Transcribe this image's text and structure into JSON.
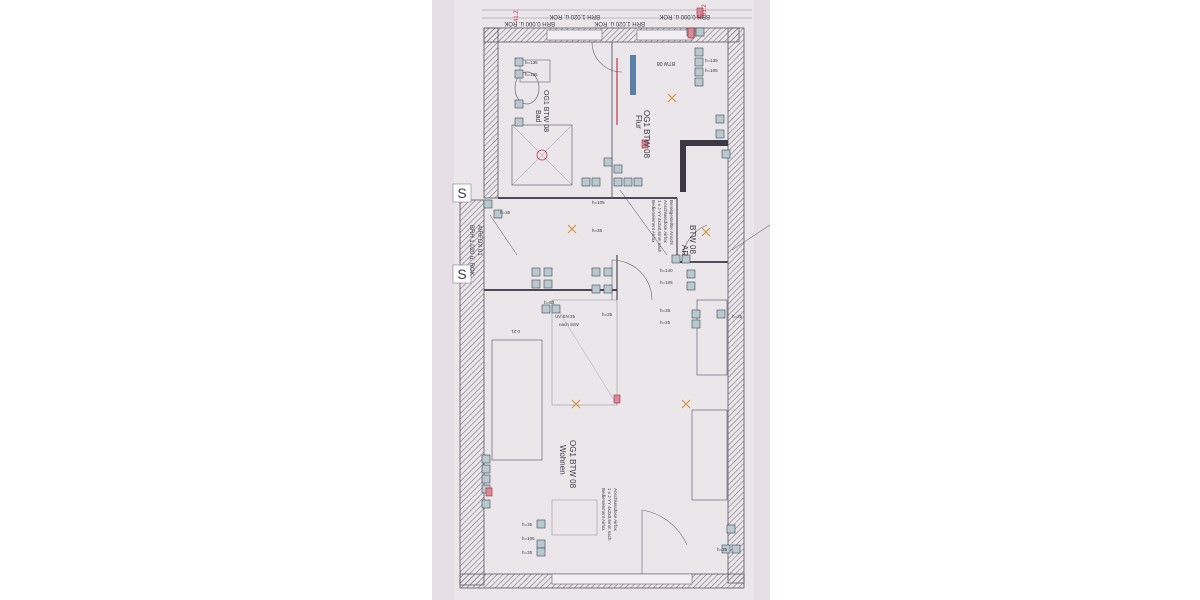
{
  "photo": {
    "description_free": true
  },
  "plan": {
    "header_left": "BRH 1.020 ü. ROK",
    "header_right": "BRH 0.000 ü. ROK",
    "top_tag": "BTW 08",
    "red_tag_1": "61.2",
    "red_tag_2": "41.2",
    "logo_left": "S",
    "airfox_1": "AIRFOX 01",
    "airfox_2": "BRH 1.020 ü. ROK",
    "room_bad_title": "OG1 BTW 08",
    "room_bad_sub": "Bad",
    "room_flur_title": "OG1 BTW 08",
    "room_flur_sub": "Flur",
    "room_ar_title": "BTW 08",
    "room_ar_sub": "AR",
    "room_wohnen_title": "OG1 BTW 08",
    "room_wohnen_sub": "Wohnen",
    "h_labels": {
      "h135": "h=135",
      "h105": "h=105",
      "h35": "h=35",
      "h140": "h=140",
      "h30": "h=30",
      "h25": "h=25",
      "h80": "h=80"
    },
    "note_main_1": "Bereitgestellter Anschl.",
    "note_main_2": "Anschlussdose Airfox",
    "note_main_3": "1 x J-YY 4x2x0,6mm nach",
    "note_main_4": "Bedienelement Airfox",
    "uv_label": "UV EN 25",
    "uv_sub": "nach SSV",
    "note_bottom_1": "Anschlussdose Airfox",
    "note_bottom_2": "1 x J-YY 4x2x0,6mm nach",
    "note_bottom_3": "Bedienelement Airfox",
    "dim_1": "0.21"
  }
}
